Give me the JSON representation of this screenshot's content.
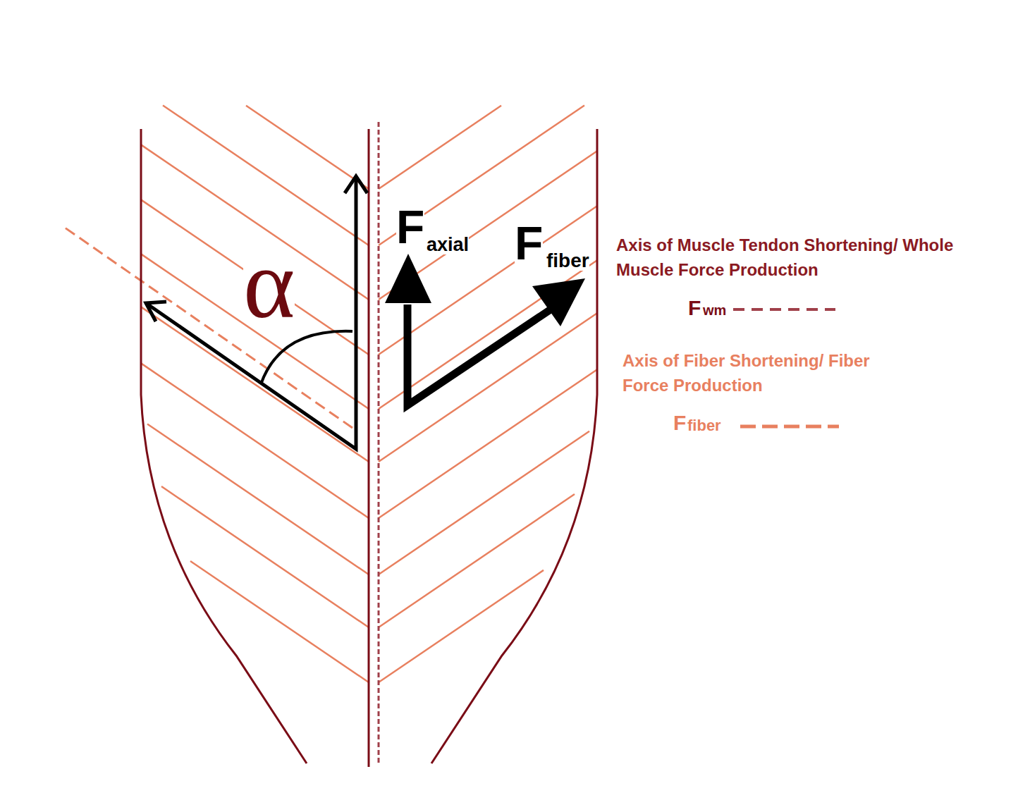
{
  "diagram": {
    "labels": [
      "α",
      "F",
      "axial",
      "F",
      "fiber",
      "F",
      "wm",
      "F",
      "fiber"
    ],
    "legend": [
      {
        "text": "Axis of Muscle Tendon Shortening/ Whole Muscle Force Production"
      },
      {
        "text": "Axis of Fiber Shortening/ Fiber Force Production"
      }
    ]
  }
}
